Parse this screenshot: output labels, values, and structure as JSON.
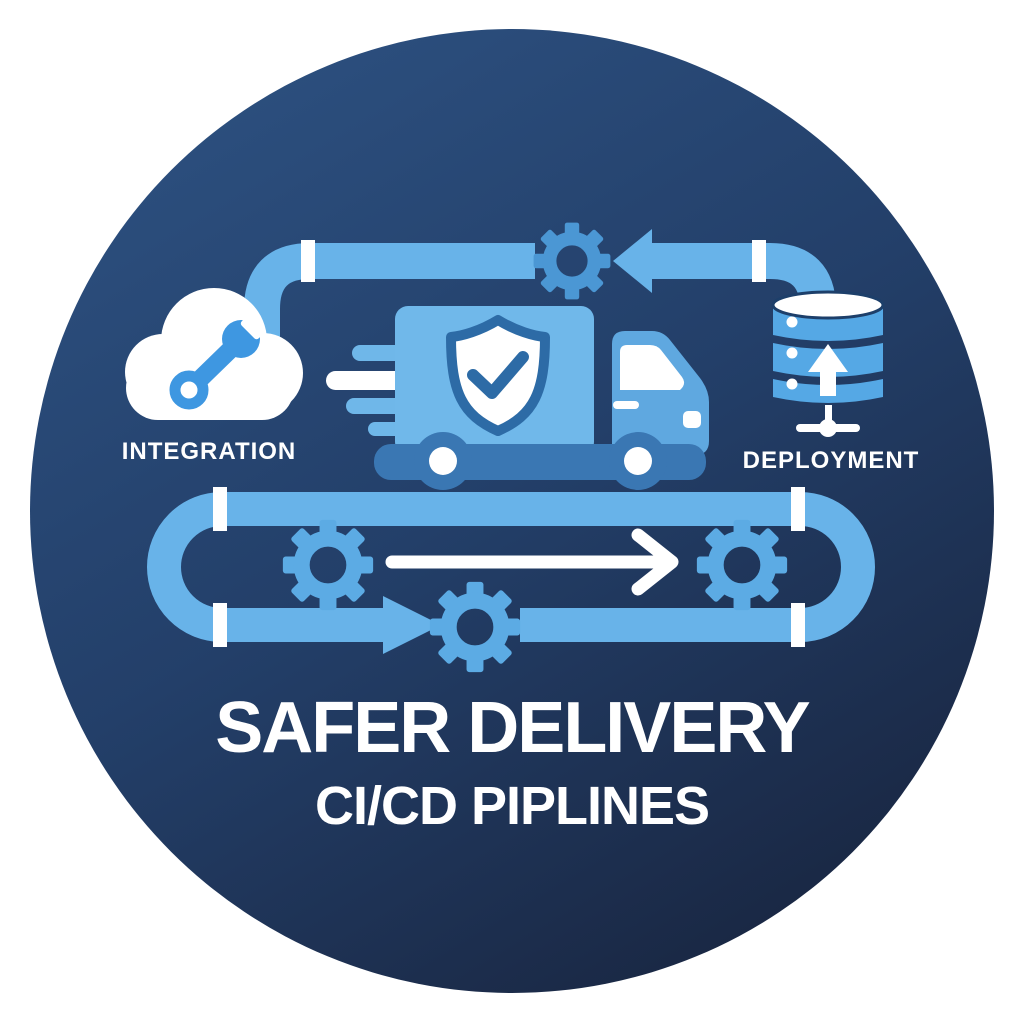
{
  "badge": {
    "title": "SAFER DELIVERY",
    "subtitle": "CI/CD PIPLINES",
    "nodes": {
      "integration": "INTEGRATION",
      "deployment": "DEPLOYMENT"
    }
  },
  "icons": {
    "integration": "cloud-wrench-icon",
    "deployment": "database-upload-icon",
    "center": "delivery-truck-shield-icon",
    "pipeline_stages": "gear-icon",
    "flow": "arrow-icons"
  },
  "colors": {
    "page_background": "#ffffff",
    "circle_gradient_top": "#2d5181",
    "circle_gradient_mid": "#233f69",
    "circle_gradient_bottom": "#192641",
    "pipe_blue": "#68b3e9",
    "gear_top_blue": "#4b97d4",
    "gear_loop_blue": "#5cabe4",
    "truck_body_blue": "#70b8ea",
    "truck_cab_blue": "#5fa8e0",
    "shield_outline_blue": "#2d6ba6",
    "wheel_bumper_blue": "#3a77b3",
    "database_blue": "#55a8e5",
    "wrench_blue": "#3e97e1",
    "text_white": "#ffffff"
  }
}
